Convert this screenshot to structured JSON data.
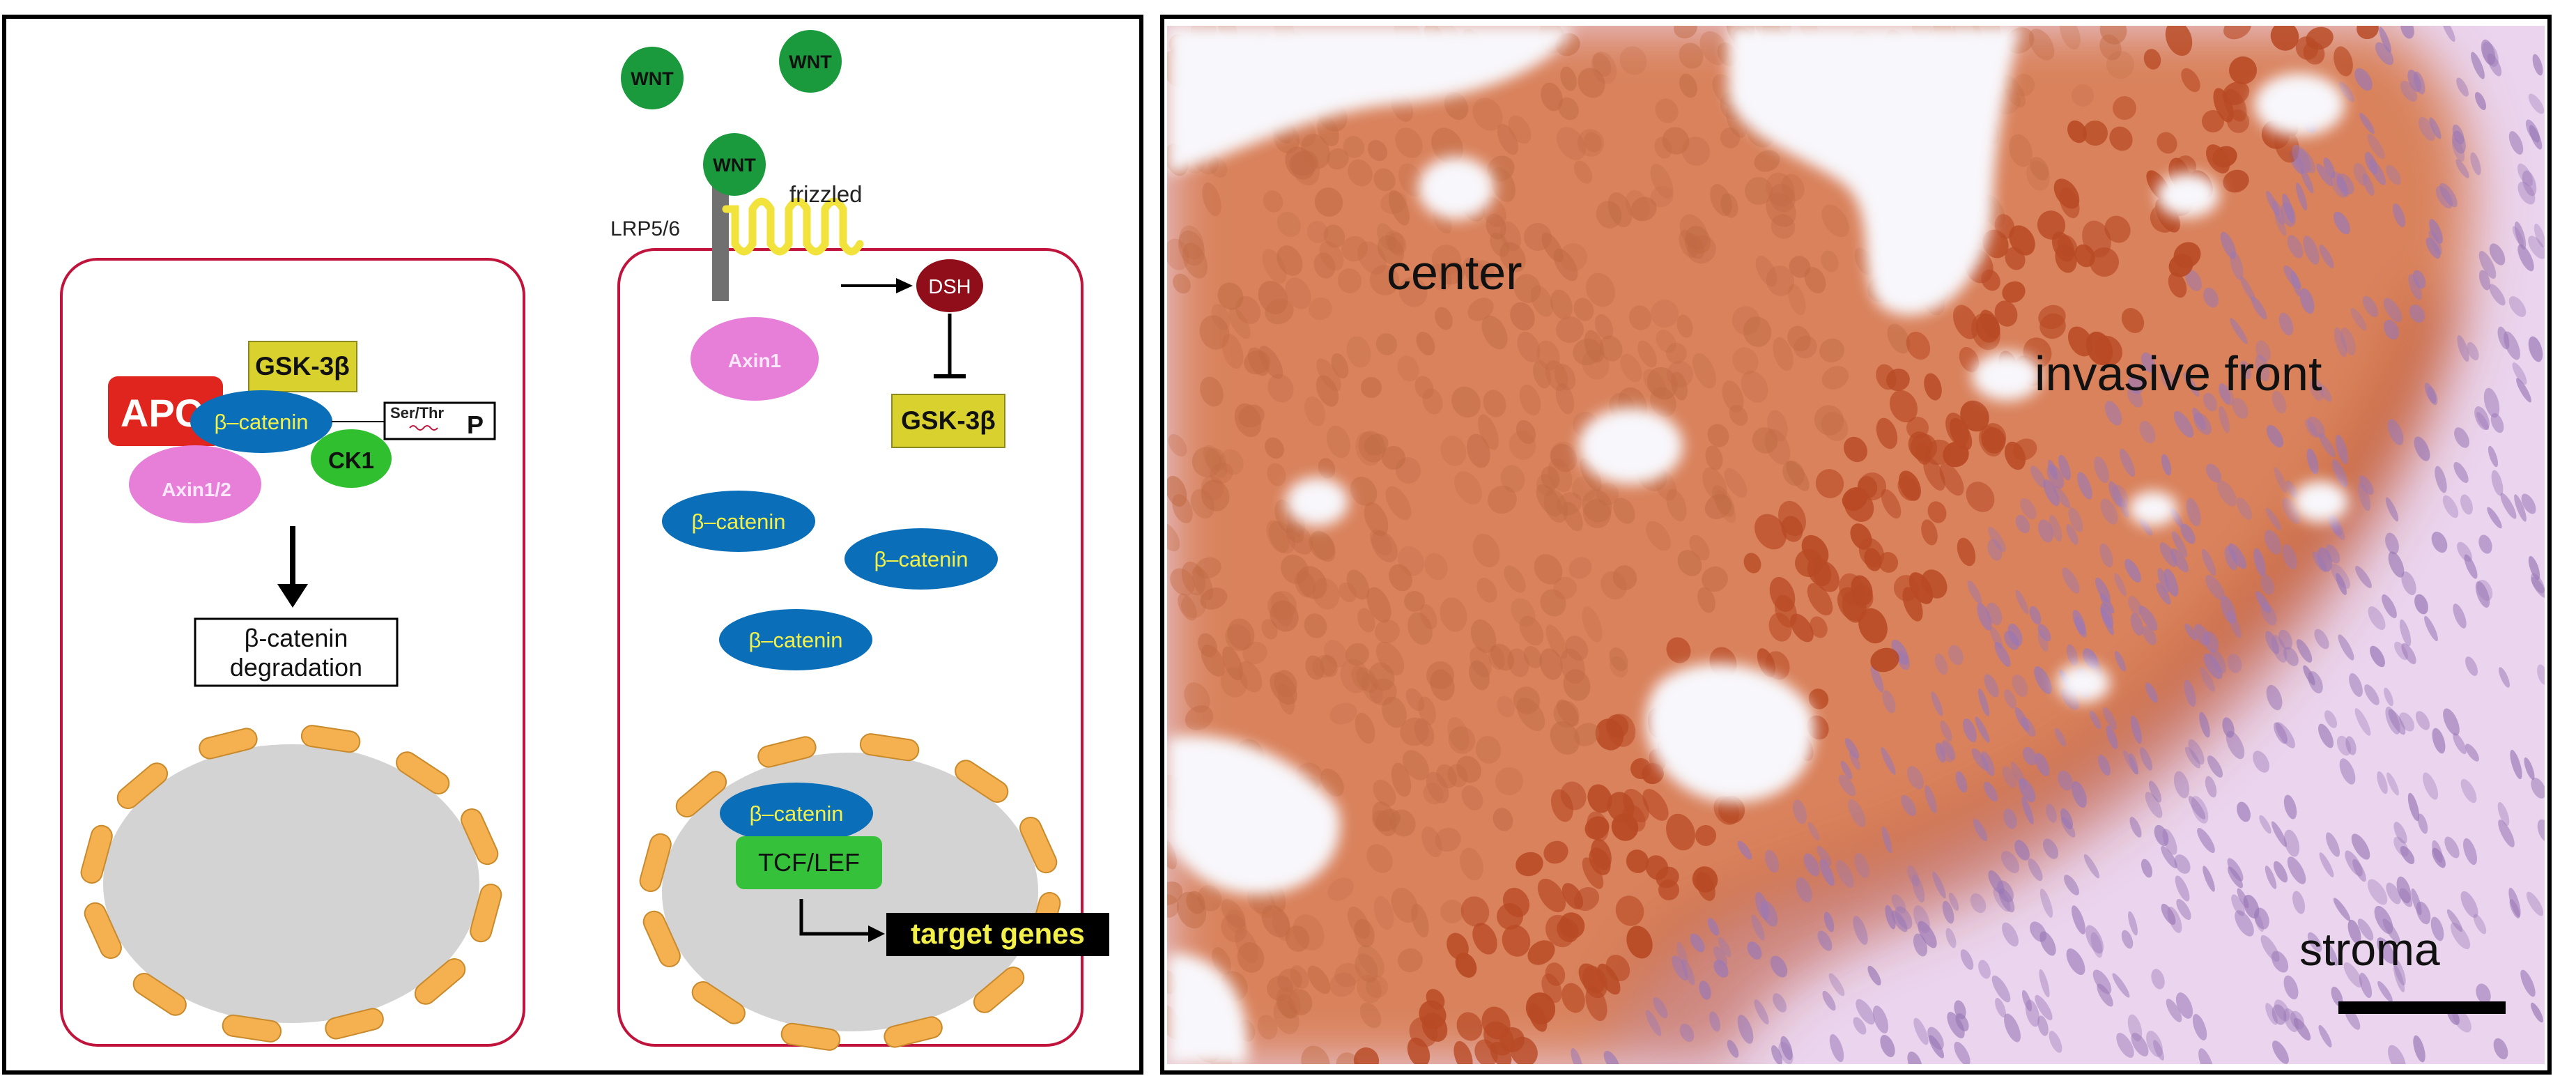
{
  "colors": {
    "cell_border": "#c0143c",
    "beta_catenin": "#0a6fb8",
    "beta_catenin_text": "#f3f04a",
    "gsk3b": "#d9d22e",
    "apc": "#e0241e",
    "axin": "#e77fd9",
    "ck1": "#2fbf2f",
    "wnt": "#1a9a3c",
    "dsh": "#8f0e1a",
    "tcf_lef": "#36c13a",
    "nucleus_fill": "#d3d3d3",
    "nuclear_envelope": "#f5b04f",
    "target_genes_bg": "#000000",
    "target_genes_text": "#f3f04a",
    "receptor": "#707070",
    "frizzled": "#f1e23c",
    "stain_cytoplasm": "#d9825b",
    "stain_nucleus": "#b84a25",
    "stroma": "#ead4ee",
    "hematoxylin": "#9a78b6"
  },
  "diagram": {
    "inactive": {
      "apc": "APC",
      "beta_catenin": "β–catenin",
      "gsk3b": "GSK-3β",
      "axin": "Axin1/2",
      "ck1": "CK1",
      "phospho": "Ser/Thr",
      "phospho_p": "P",
      "degradation_line1": "β-catenin",
      "degradation_line2": "degradation"
    },
    "active": {
      "wnt": [
        "WNT",
        "WNT",
        "WNT"
      ],
      "lrp": "LRP5/6",
      "frizzled": "frizzled",
      "dsh": "DSH",
      "axin": "Axin1",
      "gsk3b": "GSK-3β",
      "beta_catenin": [
        "β–catenin",
        "β–catenin",
        "β–catenin",
        "β–catenin"
      ],
      "tcf": "TCF/LEF",
      "target": "target genes"
    }
  },
  "photo": {
    "label_center": "center",
    "label_invasive": "invasive front",
    "label_stroma": "stroma"
  }
}
